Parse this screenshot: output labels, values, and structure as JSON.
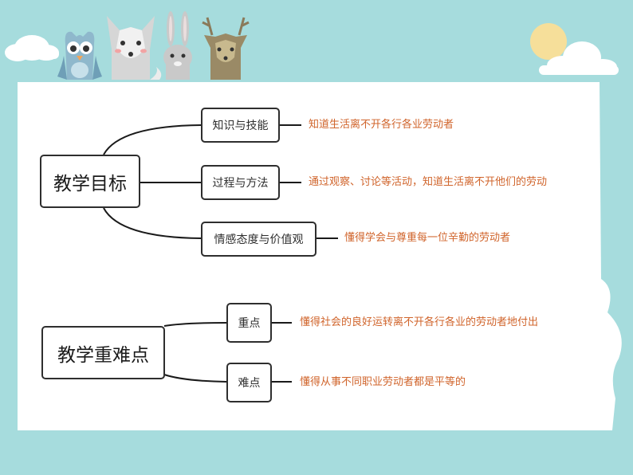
{
  "colors": {
    "background": "#a6dcdd",
    "card": "#ffffff",
    "node_border": "#2e2e2e",
    "leaf_text": "#d0642b",
    "sun": "#f6df9a"
  },
  "decorations": [
    "owl-icon",
    "fox-icon",
    "rabbit-icon",
    "deer-icon",
    "sun-icon",
    "cloud-icon"
  ],
  "diagram1": {
    "root": "教学目标",
    "branches": [
      {
        "label": "知识与技能",
        "leaf": "知道生活离不开各行各业劳动者"
      },
      {
        "label": "过程与方法",
        "leaf": "通过观察、讨论等活动，知道生活离不开他们的劳动"
      },
      {
        "label": "情感态度与价值观",
        "leaf": "懂得学会与尊重每一位辛勤的劳动者"
      }
    ]
  },
  "diagram2": {
    "root": "教学重难点",
    "branches": [
      {
        "label": "重点",
        "leaf": "懂得社会的良好运转离不开各行各业的劳动者地付出"
      },
      {
        "label": "难点",
        "leaf": "懂得从事不同职业劳动者都是平等的"
      }
    ]
  }
}
